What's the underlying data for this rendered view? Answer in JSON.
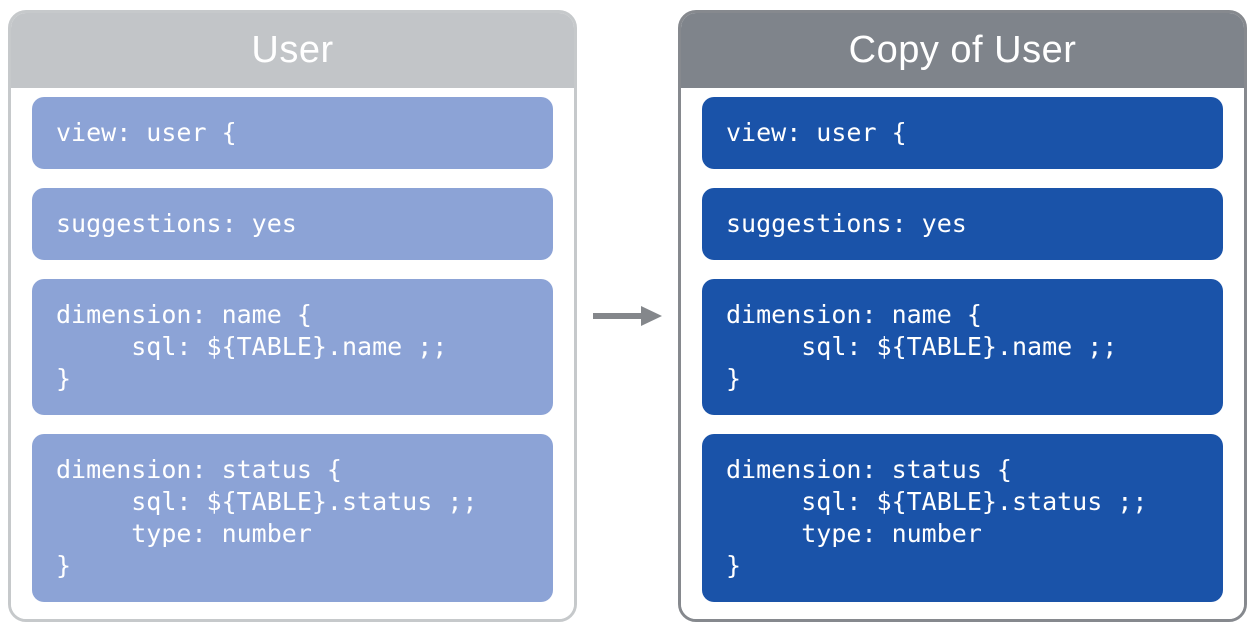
{
  "diagram": {
    "description": "LookML view duplication diagram",
    "arrow_direction": "right"
  },
  "colors": {
    "left_header": "#c2c5c8",
    "left_border": "#c6c9cb",
    "left_block": "#8ca3d6",
    "right_header": "#7f848b",
    "right_border": "#86898e",
    "right_block": "#1a53a9",
    "arrow": "#84878b",
    "text": "#ffffff"
  },
  "panels": [
    {
      "title": "User",
      "blocks": [
        "view: user {",
        "suggestions: yes",
        "dimension: name {\n     sql: ${TABLE}.name ;;\n}",
        "dimension: status {\n     sql: ${TABLE}.status ;;\n     type: number\n}"
      ]
    },
    {
      "title": "Copy of User",
      "blocks": [
        "view: user {",
        "suggestions: yes",
        "dimension: name {\n     sql: ${TABLE}.name ;;\n}",
        "dimension: status {\n     sql: ${TABLE}.status ;;\n     type: number\n}"
      ]
    }
  ]
}
